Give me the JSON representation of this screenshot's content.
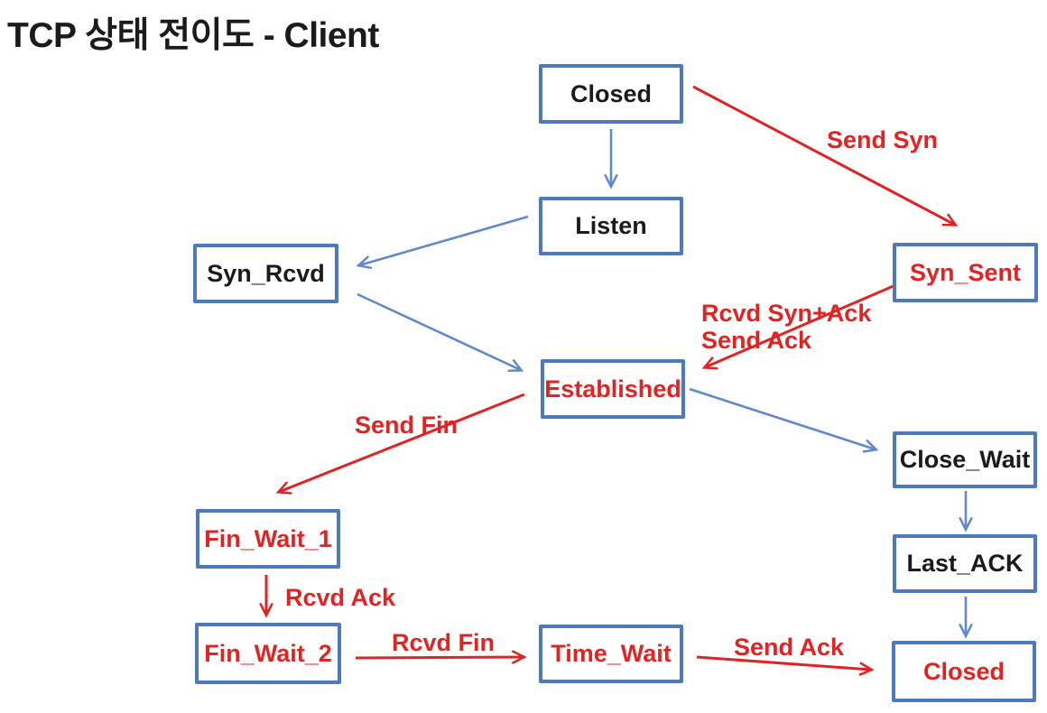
{
  "title": "TCP 상태 전이도 - Client",
  "colors": {
    "box_border": "#4e7abd",
    "blue_arrow": "#6288cc",
    "red": "#e02424",
    "black_text": "#1b1b1b",
    "background": "#ffffff"
  },
  "nodes": {
    "closed_top": {
      "label": "Closed",
      "text_color": "black"
    },
    "listen": {
      "label": "Listen",
      "text_color": "black"
    },
    "syn_rcvd": {
      "label": "Syn_Rcvd",
      "text_color": "black"
    },
    "syn_sent": {
      "label": "Syn_Sent",
      "text_color": "red"
    },
    "established": {
      "label": "Established",
      "text_color": "red"
    },
    "close_wait": {
      "label": "Close_Wait",
      "text_color": "black"
    },
    "fin_wait_1": {
      "label": "Fin_Wait_1",
      "text_color": "red"
    },
    "last_ack": {
      "label": "Last_ACK",
      "text_color": "black"
    },
    "fin_wait_2": {
      "label": "Fin_Wait_2",
      "text_color": "red"
    },
    "time_wait": {
      "label": "Time_Wait",
      "text_color": "red"
    },
    "closed_bottom": {
      "label": "Closed",
      "text_color": "red"
    }
  },
  "edges": {
    "closed_to_listen": {
      "from": "Closed",
      "to": "Listen",
      "color": "blue",
      "label": ""
    },
    "listen_to_syn_rcvd": {
      "from": "Listen",
      "to": "Syn_Rcvd",
      "color": "blue",
      "label": ""
    },
    "syn_rcvd_to_established": {
      "from": "Syn_Rcvd",
      "to": "Established",
      "color": "blue",
      "label": ""
    },
    "established_to_close_wait": {
      "from": "Established",
      "to": "Close_Wait",
      "color": "blue",
      "label": ""
    },
    "close_wait_to_last_ack": {
      "from": "Close_Wait",
      "to": "Last_ACK",
      "color": "blue",
      "label": ""
    },
    "last_ack_to_closed": {
      "from": "Last_ACK",
      "to": "Closed",
      "color": "blue",
      "label": ""
    },
    "closed_to_syn_sent": {
      "from": "Closed",
      "to": "Syn_Sent",
      "color": "red",
      "label": "Send Syn"
    },
    "syn_sent_to_established": {
      "from": "Syn_Sent",
      "to": "Established",
      "color": "red",
      "label_line1": "Rcvd Syn+Ack",
      "label_line2": "Send Ack"
    },
    "established_to_fin_wait_1": {
      "from": "Established",
      "to": "Fin_Wait_1",
      "color": "red",
      "label": "Send Fin"
    },
    "fin_wait_1_to_fin_wait_2": {
      "from": "Fin_Wait_1",
      "to": "Fin_Wait_2",
      "color": "red",
      "label": "Rcvd Ack"
    },
    "fin_wait_2_to_time_wait": {
      "from": "Fin_Wait_2",
      "to": "Time_Wait",
      "color": "red",
      "label": "Rcvd Fin"
    },
    "time_wait_to_closed": {
      "from": "Time_Wait",
      "to": "Closed",
      "color": "red",
      "label": "Send Ack"
    }
  }
}
